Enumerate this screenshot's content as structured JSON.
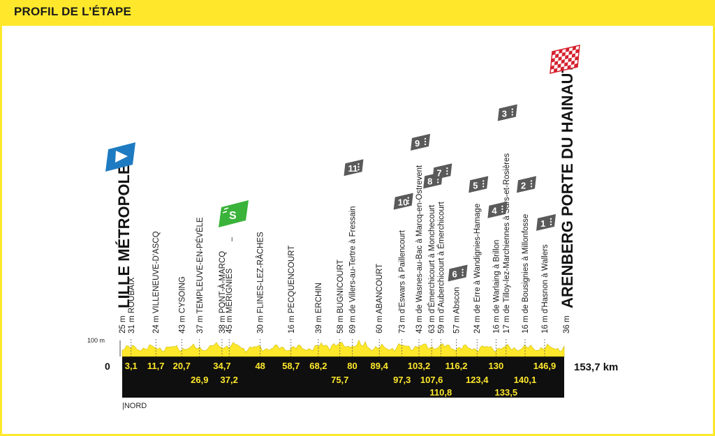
{
  "header": {
    "title": "PROFIL DE L’ÉTAPE"
  },
  "colors": {
    "yellow": "#ffe82b",
    "black": "#0f0f0f",
    "sector": "#5a5a5a",
    "sprint": "#3ab33a",
    "start": "#1e7bc2",
    "finish": "#d6202e"
  },
  "icons": {
    "start": "start-flag-icon",
    "finish": "checkered-flag-icon",
    "sprint": "sprint-icon",
    "sector": "cobbled-sector-icon"
  },
  "chart_data": {
    "type": "area",
    "total_km": 153.7,
    "start_km_label": "0",
    "end_km_label": "153,7 km",
    "y_axis_label": "100 m",
    "region": "NORD",
    "start_name": "LILLE MÉTROPOLE",
    "finish_name": "ARENBERG PORTE DU HAINAUT",
    "sprint_label": "S",
    "start_altitude": "25 m",
    "finish_altitude": "36 m",
    "locations": [
      {
        "km": 3.1,
        "km_label": "3,1",
        "text": "31 m ROUBAIX",
        "row": "top"
      },
      {
        "km": 11.7,
        "km_label": "11,7",
        "text": "24 m VILLENEUVE-D'ASCQ",
        "row": "top"
      },
      {
        "km": 20.7,
        "km_label": "20,7",
        "text": "43 m CYSOING",
        "row": "top"
      },
      {
        "km": 26.9,
        "km_label": "26,9",
        "text": "37 m TEMPLEUVE-EN-PÉVÈLE",
        "row": "bottom"
      },
      {
        "km": 34.7,
        "km_label": "34,7",
        "text": "38 m PONT-À-MARCQ",
        "row": "top"
      },
      {
        "km": 37.2,
        "km_label": "37,2",
        "text": "45 m MÉRIGNIES",
        "row": "bottom",
        "sprint": true
      },
      {
        "km": 48,
        "km_label": "48",
        "text": "30 m FLINES-LEZ-RÂCHES",
        "row": "top"
      },
      {
        "km": 58.7,
        "km_label": "58,7",
        "text": "16 m PECQUENCOURT",
        "row": "top"
      },
      {
        "km": 68.2,
        "km_label": "68,2",
        "text": "39 m ERCHIN",
        "row": "top"
      },
      {
        "km": 75.7,
        "km_label": "75,7",
        "text": "58 m BUGNICOURT",
        "row": "bottom"
      },
      {
        "km": 80,
        "km_label": "80",
        "text": "69 m de Villers-au-Tertre à Fressain",
        "row": "top",
        "sector": "11"
      },
      {
        "km": 89.4,
        "km_label": "89,4",
        "text": "60 m ABANCOURT",
        "row": "top"
      },
      {
        "km": 97.3,
        "km_label": "97,3",
        "text": "73 m d'Eswars à Paillencourt",
        "row": "bottom",
        "sector": "10"
      },
      {
        "km": 103.2,
        "km_label": "103,2",
        "text": "43 m de Wasnes-au-Bac à Marcq-en-Ostrevent",
        "row": "top",
        "sector": "9"
      },
      {
        "km": 107.6,
        "km_label": "107,6",
        "text": "63 m d'Émerchicourt à Monchecourt",
        "row": "bottom",
        "sector": "8"
      },
      {
        "km": 110.8,
        "km_label": "110,8",
        "text": "59 m d'Auberchicourt à Émerchicourt",
        "row": "bottom2",
        "sector": "7"
      },
      {
        "km": 116.2,
        "km_label": "116,2",
        "text": "57 m Abscon",
        "row": "top",
        "sector": "6"
      },
      {
        "km": 123.4,
        "km_label": "123,4",
        "text": "24 m de Erre à Wandignies-Hamage",
        "row": "bottom",
        "sector": "5"
      },
      {
        "km": 130,
        "km_label": "130",
        "text": "16 m de Warlaing à Brillon",
        "row": "top",
        "sector": "4"
      },
      {
        "km": 133.5,
        "km_label": "133,5",
        "text": "17 m de Tilloy-lez-Marchiennes à Sars-et-Rosières",
        "row": "bottom2",
        "sector": "3"
      },
      {
        "km": 140.1,
        "km_label": "140,1",
        "text": "16 m de Bousignies à Millonfosse",
        "row": "bottom",
        "sector": "2"
      },
      {
        "km": 146.9,
        "km_label": "146,9",
        "text": "16 m d'Hasnon à Wallers",
        "row": "top",
        "sector": "1"
      }
    ]
  }
}
